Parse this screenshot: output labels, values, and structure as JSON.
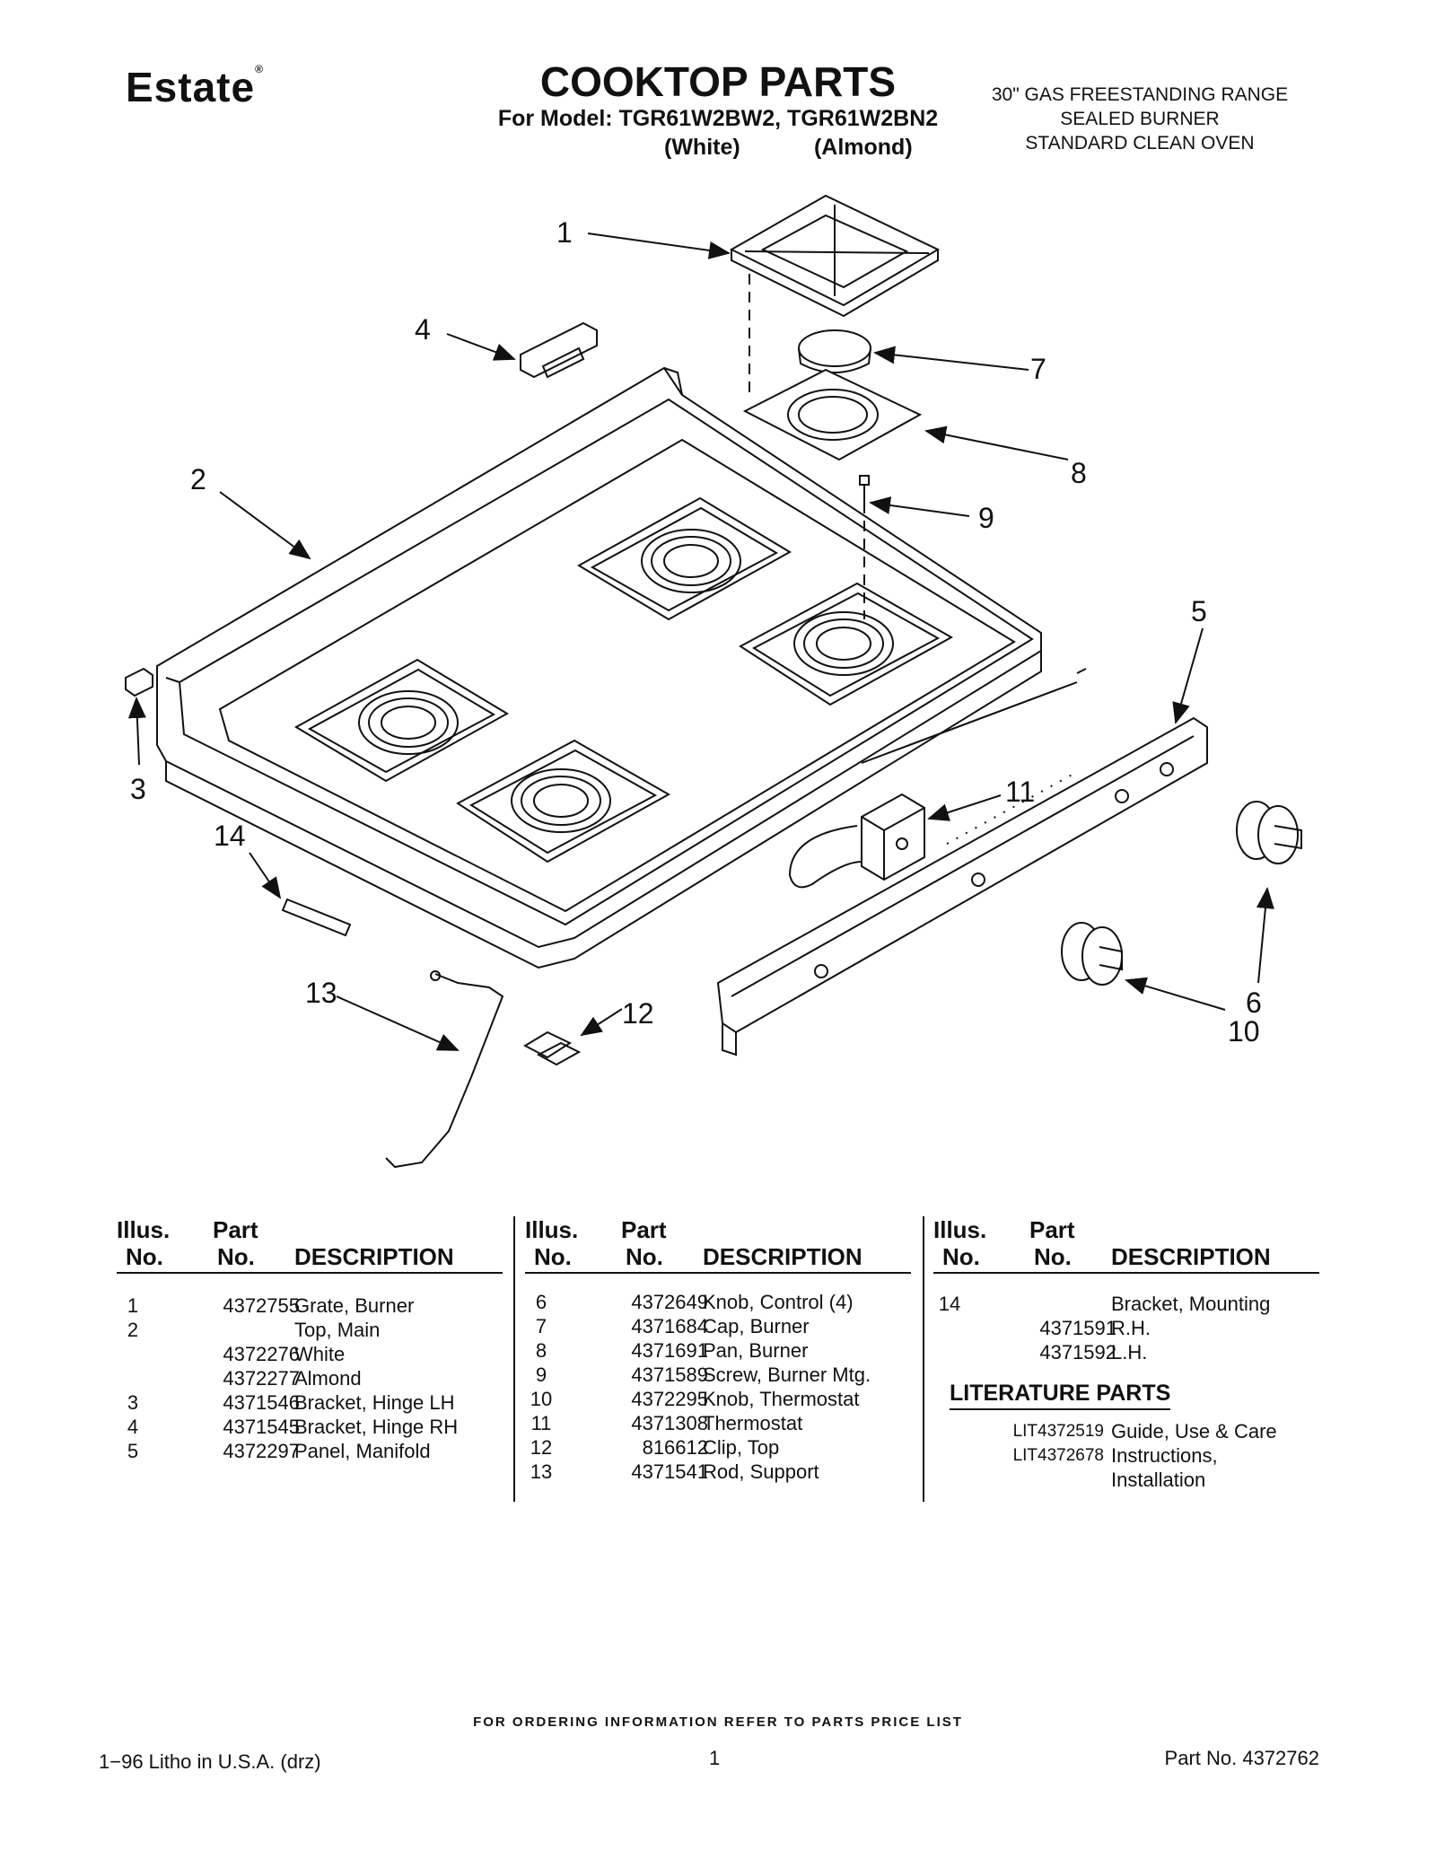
{
  "header": {
    "brand": "Estate",
    "brand_mark": "®",
    "title": "COOKTOP PARTS",
    "models": "For Model: TGR61W2BW2, TGR61W2BN2",
    "color_white": "(White)",
    "color_almond": "(Almond)",
    "subtitle": [
      "30\" GAS FREESTANDING RANGE",
      "SEALED BURNER",
      "STANDARD CLEAN OVEN"
    ]
  },
  "diagram": {
    "callouts": [
      "1",
      "2",
      "3",
      "4",
      "5",
      "6",
      "7",
      "8",
      "9",
      "10",
      "11",
      "12",
      "13",
      "14"
    ]
  },
  "table": {
    "headers": {
      "illus_1": "Illus.",
      "illus_2": "No.",
      "part_1": "Part",
      "part_2": "No.",
      "desc": "DESCRIPTION"
    },
    "col1": [
      {
        "illus": "1",
        "part": "4372755",
        "desc": "Grate, Burner"
      },
      {
        "illus": "2",
        "part": "",
        "desc": "Top, Main"
      },
      {
        "illus": "",
        "part": "4372276",
        "desc": "White"
      },
      {
        "illus": "",
        "part": "4372277",
        "desc": "Almond"
      },
      {
        "illus": "3",
        "part": "4371546",
        "desc": "Bracket, Hinge LH"
      },
      {
        "illus": "4",
        "part": "4371545",
        "desc": "Bracket, Hinge RH"
      },
      {
        "illus": "5",
        "part": "4372297",
        "desc": "Panel, Manifold"
      }
    ],
    "col2": [
      {
        "illus": "6",
        "part": "4372649",
        "desc": "Knob, Control (4)"
      },
      {
        "illus": "7",
        "part": "4371684",
        "desc": "Cap, Burner"
      },
      {
        "illus": "8",
        "part": "4371691",
        "desc": "Pan, Burner"
      },
      {
        "illus": "9",
        "part": "4371589",
        "desc": "Screw, Burner Mtg."
      },
      {
        "illus": "10",
        "part": "4372295",
        "desc": "Knob, Thermostat"
      },
      {
        "illus": "11",
        "part": "4371308",
        "desc": "Thermostat"
      },
      {
        "illus": "12",
        "part": "816612",
        "desc": "Clip, Top"
      },
      {
        "illus": "13",
        "part": "4371541",
        "desc": "Rod, Support"
      }
    ],
    "col3": [
      {
        "illus": "14",
        "part": "",
        "desc": "Bracket, Mounting"
      },
      {
        "illus": "",
        "part": "4371591",
        "desc": "R.H."
      },
      {
        "illus": "",
        "part": "4371592",
        "desc": "L.H."
      }
    ],
    "literature_title": "LITERATURE PARTS",
    "literature": [
      {
        "part": "LIT4372519",
        "desc": "Guide, Use & Care"
      },
      {
        "part": "LIT4372678",
        "desc": "Instructions,"
      },
      {
        "part": "",
        "desc": "Installation"
      }
    ]
  },
  "footer": {
    "ordering_note": "FOR ORDERING INFORMATION REFER TO PARTS PRICE LIST",
    "litho": "1−96 Litho in U.S.A. (drz)",
    "page": "1",
    "part_no": "Part No. 4372762"
  }
}
